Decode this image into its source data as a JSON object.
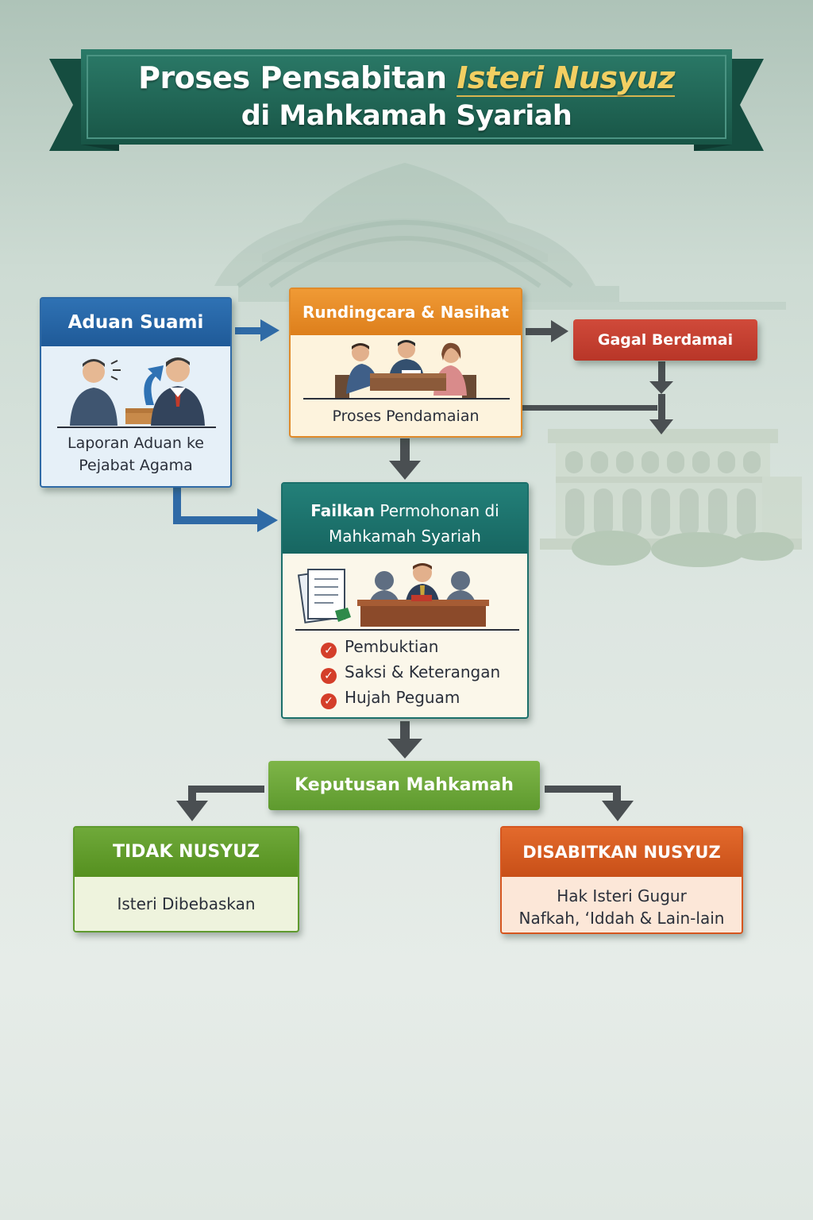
{
  "title": {
    "line1_prefix": "Proses Pensabitan ",
    "line1_highlight": "Isteri Nusyuz",
    "line2": "di Mahkamah Syariah"
  },
  "nodes": {
    "aduan": {
      "heading": "Aduan Suami",
      "line1": "Laporan Aduan ke",
      "line2": "Pejabat Agama"
    },
    "rundingcara": {
      "heading": "Rundingcara & Nasihat",
      "caption": "Proses Pendamaian"
    },
    "gagal": {
      "heading": "Gagal Berdamai"
    },
    "failkan": {
      "heading_bold": "Failkan",
      "heading_rest": " Permohonan di",
      "heading_line2": "Mahkamah Syariah",
      "checklist": [
        "Pembuktian",
        "Saksi & Keterangan",
        "Hujah Peguam"
      ]
    },
    "keputusan": {
      "heading": "Keputusan Mahkamah"
    },
    "tidak_nusyuz": {
      "heading": "TIDAK NUSYUZ",
      "body": "Isteri Dibebaskan"
    },
    "disabitkan": {
      "heading": "DISABITKAN NUSYUZ",
      "line1": "Hak Isteri Gugur",
      "line2": "Nafkah, ‘Iddah & Lain-lain"
    }
  },
  "colors": {
    "banner": "#1f6a5a",
    "aduan": "#2f72b4",
    "rundingcara": "#e68a2a",
    "gagal": "#c23e2e",
    "failkan": "#1b6f6a",
    "keputusan": "#6aa83a",
    "tidak_nusyuz": "#5e9a2e",
    "disabitkan": "#d6561f",
    "connector": "#4a4f52"
  },
  "icons": {
    "aduan": "complaint-meeting-icon",
    "rundingcara": "counselling-table-icon",
    "failkan": "court-hearing-icon",
    "checklist": "check-circle-icon",
    "background": "mosque-court-building-icon"
  }
}
